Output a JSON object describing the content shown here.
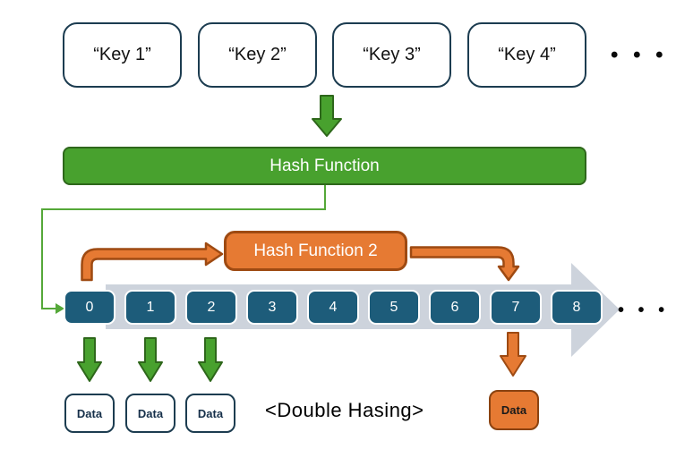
{
  "diagram": {
    "caption": "<Double Hasing>",
    "keys": {
      "items": [
        "“Key 1”",
        "“Key 2”",
        "“Key 3”",
        "“Key 4”"
      ],
      "ellipsis": "• • •"
    },
    "hash_function_label": "Hash Function",
    "hash_function_2_label": "Hash Function 2",
    "buckets": {
      "cells": [
        "0",
        "1",
        "2",
        "3",
        "4",
        "5",
        "6",
        "7",
        "8"
      ],
      "ellipsis": "• • •"
    },
    "data_labels": {
      "slot0": "Data",
      "slot1": "Data",
      "slot2": "Data",
      "slot7": "Data"
    },
    "colors": {
      "green_fill": "#48A12E",
      "green_dark": "#2E671B",
      "green_line": "#55A839",
      "orange_fill": "#E67A33",
      "orange_dark": "#9E4A12",
      "teal_fill": "#1D5C7A",
      "navy_border": "#1C3C50",
      "band_gray": "#CDD3DC"
    }
  }
}
